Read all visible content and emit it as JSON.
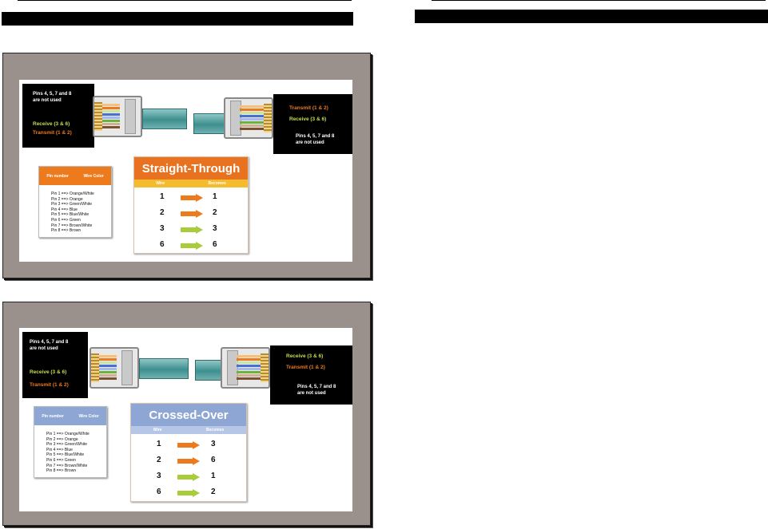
{
  "colors": {
    "frame": "#9b918c",
    "orange": "#ee7a1e",
    "green": "#a9cc3a",
    "straight_title": "#e87220",
    "straight_sub": "#f5bb2e",
    "crossed_title": "#8ea6d3",
    "crossed_sub": "#b6c6e6"
  },
  "diagrams": [
    {
      "pins_unused_left": "Pins 4, 5, 7 and 8\nare not used",
      "receive_left": "Receive (3 & 6)",
      "transmit_left": "Transmit (1 & 2)",
      "transmit_right": "Transmit (1 & 2)",
      "receive_right": "Receive (3 & 6)",
      "pins_unused_right": "Pins 4, 5, 7 and 8\nare not used",
      "legend": {
        "col1": "Pin number",
        "col2": "Wire Color",
        "items": [
          "Pin 1 ==> Orange/White",
          "Pin 2 ==> Orange",
          "Pin 3 ==> Green/White",
          "Pin 4 ==> Blue",
          "Pin 5 ==> Blue/White",
          "Pin 6 ==> Green",
          "Pin 7 ==> Brown/White",
          "Pin 8 ==> Brown"
        ]
      },
      "table": {
        "title": "Straight-Through",
        "col1": "Wire",
        "col2": "Becomes",
        "rows": [
          {
            "wire": "1",
            "becomes": "1",
            "arrow": "orange"
          },
          {
            "wire": "2",
            "becomes": "2",
            "arrow": "orange"
          },
          {
            "wire": "3",
            "becomes": "3",
            "arrow": "green"
          },
          {
            "wire": "6",
            "becomes": "6",
            "arrow": "green"
          }
        ]
      }
    },
    {
      "pins_unused_left": "Pins 4, 5, 7 and 8\nare not used",
      "receive_left": "Receive (3 & 6)",
      "transmit_left": "Transmit (1 & 2)",
      "receive_right": "Receive (3 & 6)",
      "transmit_right": "Transmit (1 & 2)",
      "pins_unused_right": "Pins 4, 5, 7 and 8\nare not used",
      "legend": {
        "col1": "Pin number",
        "col2": "Wire Color",
        "items": [
          "Pin 1 ==> Orange/White",
          "Pin 2 ==> Orange",
          "Pin 3 ==> Green/White",
          "Pin 4 ==> Blue",
          "Pin 5 ==> Blue/White",
          "Pin 6 ==> Green",
          "Pin 7 ==> Brown/White",
          "Pin 8 ==> Brown"
        ]
      },
      "table": {
        "title": "Crossed-Over",
        "col1": "Wire",
        "col2": "Becomes",
        "rows": [
          {
            "wire": "1",
            "becomes": "3",
            "arrow": "orange"
          },
          {
            "wire": "2",
            "becomes": "6",
            "arrow": "orange"
          },
          {
            "wire": "3",
            "becomes": "1",
            "arrow": "green"
          },
          {
            "wire": "6",
            "becomes": "2",
            "arrow": "green"
          }
        ]
      }
    }
  ]
}
